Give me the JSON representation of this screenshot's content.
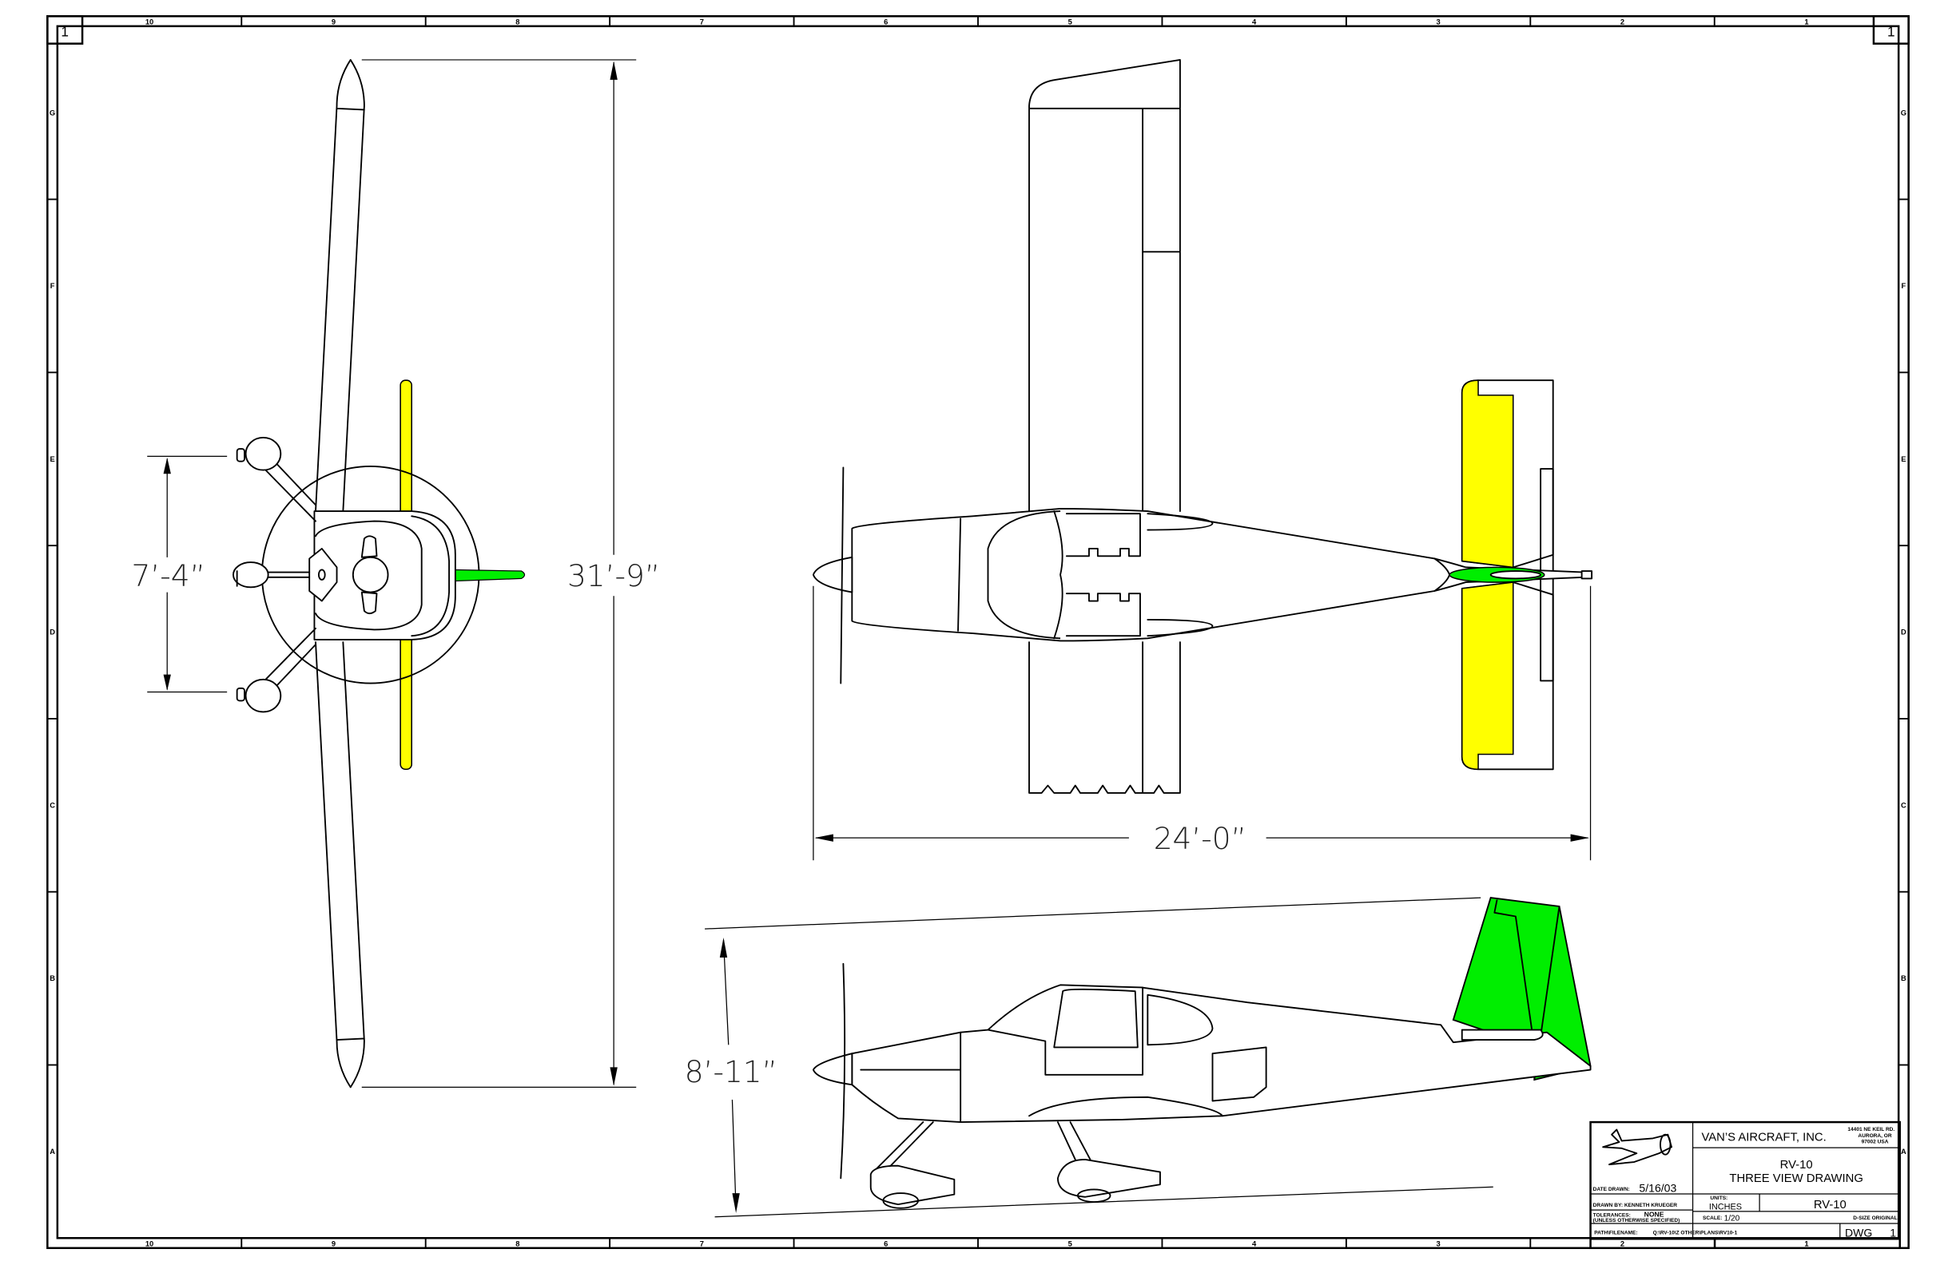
{
  "sheet": {
    "corner_label": "1",
    "columns": [
      "10",
      "9",
      "8",
      "7",
      "6",
      "5",
      "4",
      "3",
      "2",
      "1"
    ],
    "rows": [
      "G",
      "F",
      "E",
      "D",
      "C",
      "B",
      "A"
    ]
  },
  "dimensions": {
    "wingspan": "31’-9”",
    "gear_track": "7’-4”",
    "length": "24’-0”",
    "height": "8’-11”"
  },
  "colors": {
    "horizontal_tail": "#ffff00",
    "vertical_tail": "#00ee00"
  },
  "title_block": {
    "company": "VAN’S AIRCRAFT, INC.",
    "address_line1": "14401 NE KEIL RD.",
    "address_line2": "AURORA, OR",
    "address_line3": "97002 USA",
    "title_line1": "RV-10",
    "title_line2": "THREE VIEW DRAWING",
    "date_label": "DATE DRAWN:",
    "date_value": "5/16/03",
    "drawn_by": "DRAWN BY: KENNETH KRUEGER",
    "tolerances_label": "TOLERANCES:",
    "tolerances_value": "NONE",
    "tolerances_note": "(UNLESS OTHERWISE SPECIFIED)",
    "units_label": "UNITS:",
    "units_value": "INCHES",
    "model": "RV-10",
    "scale_label": "SCALE:",
    "scale_value": "1/20",
    "size_note": "D-SIZE ORIGINAL",
    "path_label": "PATH\\FILENAME:",
    "path_value": "Q:\\RV-10\\Z OTHER\\PLANS\\RV10-1",
    "dwg_label": "DWG",
    "dwg_number": "1"
  }
}
